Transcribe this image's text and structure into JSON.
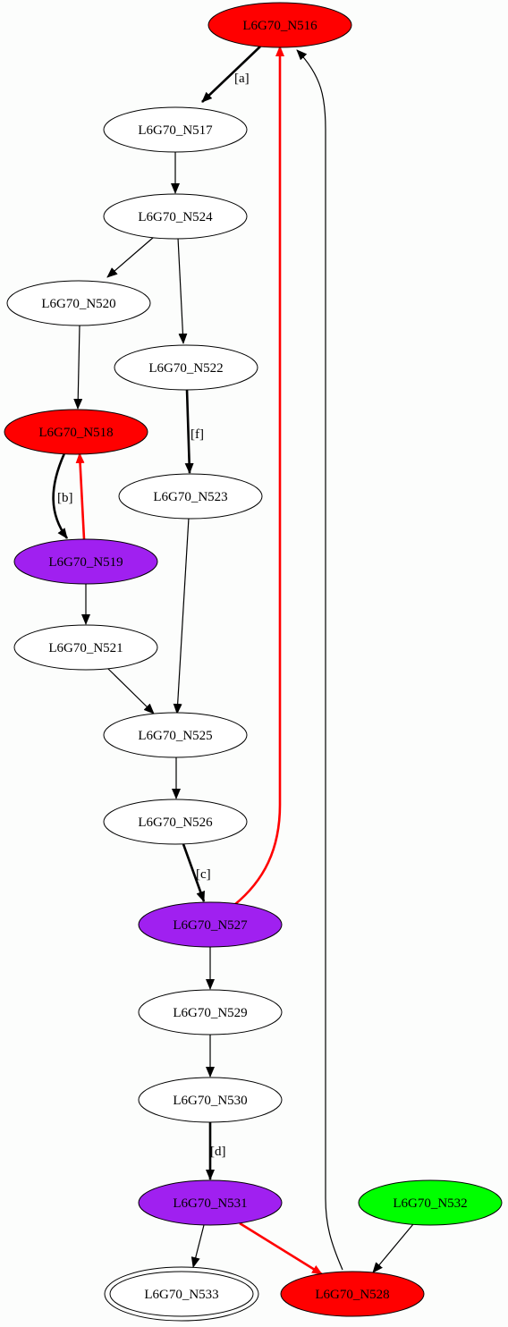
{
  "graph": {
    "nodes": {
      "n516": {
        "label": "L6G70_N516",
        "fill": "#ff0000"
      },
      "n517": {
        "label": "L6G70_N517",
        "fill": "#ffffff"
      },
      "n524": {
        "label": "L6G70_N524",
        "fill": "#ffffff"
      },
      "n520": {
        "label": "L6G70_N520",
        "fill": "#ffffff"
      },
      "n522": {
        "label": "L6G70_N522",
        "fill": "#ffffff"
      },
      "n518": {
        "label": "L6G70_N518",
        "fill": "#ff0000"
      },
      "n523": {
        "label": "L6G70_N523",
        "fill": "#ffffff"
      },
      "n519": {
        "label": "L6G70_N519",
        "fill": "#a020f0"
      },
      "n521": {
        "label": "L6G70_N521",
        "fill": "#ffffff"
      },
      "n525": {
        "label": "L6G70_N525",
        "fill": "#ffffff"
      },
      "n526": {
        "label": "L6G70_N526",
        "fill": "#ffffff"
      },
      "n527": {
        "label": "L6G70_N527",
        "fill": "#a020f0"
      },
      "n529": {
        "label": "L6G70_N529",
        "fill": "#ffffff"
      },
      "n530": {
        "label": "L6G70_N530",
        "fill": "#ffffff"
      },
      "n531": {
        "label": "L6G70_N531",
        "fill": "#a020f0"
      },
      "n532": {
        "label": "L6G70_N532",
        "fill": "#00ff00"
      },
      "n533": {
        "label": "L6G70_N533",
        "fill": "#ffffff",
        "final": true
      },
      "n528": {
        "label": "L6G70_N528",
        "fill": "#ff0000"
      }
    },
    "edges": [
      {
        "from": "n516",
        "to": "n517",
        "label": "[a]",
        "color": "#000000",
        "bold": true
      },
      {
        "from": "n517",
        "to": "n524",
        "label": "",
        "color": "#000000",
        "bold": false
      },
      {
        "from": "n524",
        "to": "n520",
        "label": "",
        "color": "#000000",
        "bold": false
      },
      {
        "from": "n524",
        "to": "n522",
        "label": "",
        "color": "#000000",
        "bold": false
      },
      {
        "from": "n520",
        "to": "n518",
        "label": "",
        "color": "#000000",
        "bold": false
      },
      {
        "from": "n522",
        "to": "n523",
        "label": "[f]",
        "color": "#000000",
        "bold": true
      },
      {
        "from": "n518",
        "to": "n519",
        "label": "[b]",
        "color": "#000000",
        "bold": true
      },
      {
        "from": "n519",
        "to": "n518",
        "label": "",
        "color": "#ff0000",
        "bold": true
      },
      {
        "from": "n519",
        "to": "n521",
        "label": "",
        "color": "#000000",
        "bold": false
      },
      {
        "from": "n521",
        "to": "n525",
        "label": "",
        "color": "#000000",
        "bold": false
      },
      {
        "from": "n523",
        "to": "n525",
        "label": "",
        "color": "#000000",
        "bold": false
      },
      {
        "from": "n525",
        "to": "n526",
        "label": "",
        "color": "#000000",
        "bold": false
      },
      {
        "from": "n526",
        "to": "n527",
        "label": "[c]",
        "color": "#000000",
        "bold": true
      },
      {
        "from": "n527",
        "to": "n516",
        "label": "",
        "color": "#ff0000",
        "bold": true
      },
      {
        "from": "n527",
        "to": "n529",
        "label": "",
        "color": "#000000",
        "bold": false
      },
      {
        "from": "n529",
        "to": "n530",
        "label": "",
        "color": "#000000",
        "bold": false
      },
      {
        "from": "n530",
        "to": "n531",
        "label": "[d]",
        "color": "#000000",
        "bold": true
      },
      {
        "from": "n531",
        "to": "n533",
        "label": "",
        "color": "#000000",
        "bold": false
      },
      {
        "from": "n531",
        "to": "n528",
        "label": "",
        "color": "#ff0000",
        "bold": true
      },
      {
        "from": "n532",
        "to": "n528",
        "label": "",
        "color": "#000000",
        "bold": false
      },
      {
        "from": "n528",
        "to": "n516",
        "label": "",
        "color": "#000000",
        "bold": false
      }
    ]
  }
}
